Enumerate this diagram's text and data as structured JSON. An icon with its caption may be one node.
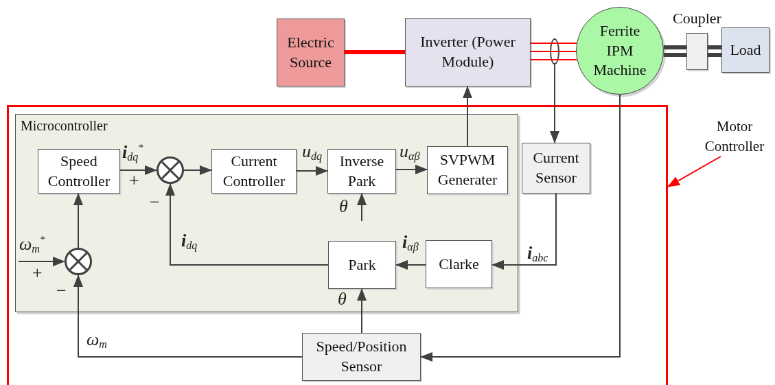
{
  "diagram": {
    "nodes": [
      {
        "text": [
          "Electric Source"
        ]
      },
      {
        "text": [
          "Inverter (Power Module)"
        ]
      },
      {
        "text": [],
        "shape": "ellipse"
      },
      {
        "text": [
          "Ferrite IPM Machine"
        ]
      },
      {
        "text": [
          "Coupler"
        ]
      },
      {
        "text": [
          "Load"
        ]
      },
      {
        "text": [],
        "shape": "box"
      },
      {
        "text": [
          "Motor Controller"
        ]
      },
      {
        "text": [
          "Microcontroller"
        ],
        "in": 6
      },
      {
        "text": [
          "Speed Controller"
        ],
        "in": 8
      },
      {
        "text": [],
        "shape": "circle",
        "in": 8
      },
      {
        "text": [
          "Current Controller"
        ],
        "in": 8
      },
      {
        "text": [
          "Inverse Park"
        ],
        "in": 8
      },
      {
        "text": [
          "SVPWM Generater"
        ],
        "in": 8
      },
      {
        "text": [
          "Current Sensor"
        ],
        "in": 6
      },
      {
        "text": [],
        "shape": "circle",
        "in": 8
      },
      {
        "text": [
          "Park"
        ],
        "in": 8
      },
      {
        "text": [
          "Clarke"
        ],
        "in": 8
      },
      {
        "text": [
          "Speed/Position Sensor"
        ],
        "in": 6
      }
    ],
    "edges": [
      {
        "from": 0,
        "to": 1,
        "arrow": "none",
        "style": "thick",
        "color": "#ff0000"
      },
      {
        "from": 1,
        "to": 3,
        "arrow": "none",
        "color": "#ff0000"
      },
      {
        "from": 1,
        "to": 3,
        "arrow": "none",
        "color": "#ff0000"
      },
      {
        "from": 1,
        "to": 3,
        "arrow": "none",
        "color": "#ff0000"
      },
      {
        "from": 3,
        "to": 4,
        "arrow": "none",
        "style": "thick"
      },
      {
        "from": 3,
        "to": 4,
        "arrow": "none",
        "style": "thick"
      },
      {
        "from": 4,
        "to": 5,
        "arrow": "none",
        "style": "thick"
      },
      {
        "from": 4,
        "to": 5,
        "arrow": "none",
        "style": "thick"
      },
      {
        "from": 2,
        "to": 14,
        "arrow": "to"
      },
      {
        "from": 3,
        "to": 18,
        "arrow": "to"
      },
      {
        "from": 13,
        "to": 1,
        "arrow": "to"
      },
      {
        "from": 9,
        "to": 10,
        "arrow": "to",
        "label": "**i**$_{dq}$$^{*}$"
      },
      {
        "from": 10,
        "to": 11,
        "arrow": "to"
      },
      {
        "from": 11,
        "to": 12,
        "arrow": "to",
        "label": "u$_{dq}$"
      },
      {
        "from": 12,
        "to": 13,
        "arrow": "to",
        "label": "u$_{αβ}$"
      },
      {
        "from": null,
        "to": 12,
        "arrow": "to",
        "label": "θ"
      },
      {
        "from": 16,
        "to": 10,
        "arrow": "to",
        "label": "**i**$_{dq}$"
      },
      {
        "from": 17,
        "to": 16,
        "arrow": "to",
        "label": "**i**$_{αβ}$"
      },
      {
        "from": 14,
        "to": 17,
        "arrow": "to",
        "label": "**i**$_{abc}$"
      },
      {
        "from": 18,
        "to": 16,
        "arrow": "to",
        "label": "θ"
      },
      {
        "from": 18,
        "to": 15,
        "arrow": "to",
        "label": "ω$_{m}$"
      },
      {
        "from": null,
        "to": 15,
        "arrow": "to",
        "label": "ω$_{m}$$^{*}$"
      },
      {
        "from": 15,
        "to": 9,
        "arrow": "to"
      },
      {
        "from": 7,
        "to": 6,
        "arrow": "to",
        "color": "#ff0000"
      }
    ],
    "labels": [
      "+",
      "−",
      "+",
      "−"
    ]
  }
}
